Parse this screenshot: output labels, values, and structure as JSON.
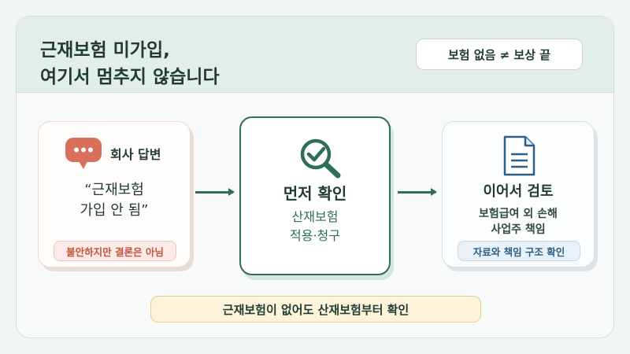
{
  "title": {
    "line1": "근재보험 미가입,",
    "line2": "여기서 멈추지 않습니다"
  },
  "badge": "보험 없음 ≠ 보상 끝",
  "steps": {
    "left": {
      "icon": "speech-bubble-icon",
      "label": "회사 답변",
      "quote_line1": "“근재보험",
      "quote_line2": "가입 안 됨”",
      "tag": "불안하지만 결론은 아님"
    },
    "middle": {
      "icon": "magnifier-check-icon",
      "title": "먼저 확인",
      "sub_line1": "산재보험",
      "sub_line2": "적용·청구"
    },
    "right": {
      "icon": "document-icon",
      "title": "이어서 검토",
      "sub_line1": "보험급여 외 손해",
      "sub_line2": "사업주 책임",
      "tag": "자료와 책임 구조 확인"
    }
  },
  "bottom_note": "근재보험이 없어도 산재보험부터 확인",
  "colors": {
    "primary": "#2e6d5c",
    "header_bg": "#e1eee9",
    "alert_red": "#d9705b",
    "note_yellow": "#fdf3da",
    "info_blue": "#2e5f86"
  }
}
